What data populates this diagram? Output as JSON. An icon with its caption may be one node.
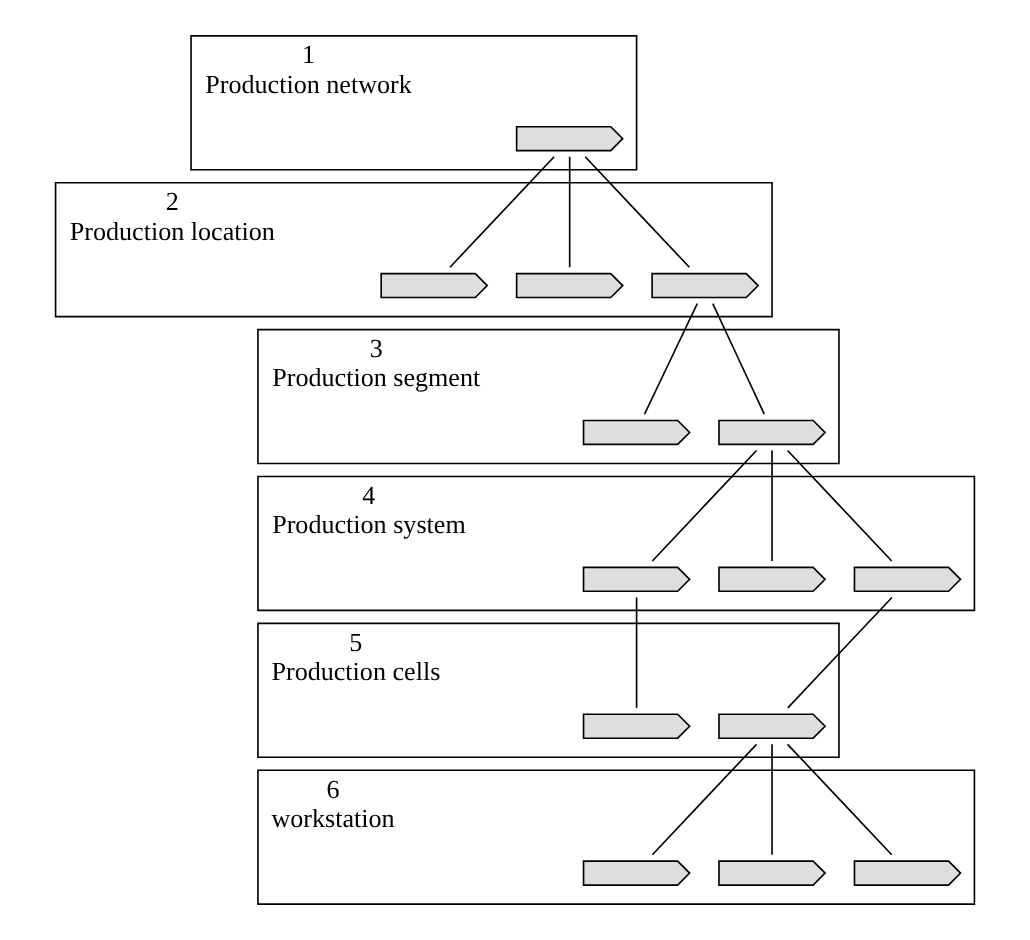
{
  "diagram": {
    "nodes": [
      {
        "text": [
          "1",
          "Production network"
        ]
      },
      {
        "text": [
          "2",
          "Production location"
        ]
      },
      {
        "text": [
          "3",
          "Production segment"
        ]
      },
      {
        "text": [
          "4",
          "Production system"
        ]
      },
      {
        "text": [
          "5",
          "Production cells"
        ]
      },
      {
        "text": [
          "6",
          "workstation"
        ]
      },
      {
        "text": [],
        "shape": "chevron",
        "in": 0
      },
      {
        "text": [],
        "shape": "chevron",
        "in": 1
      },
      {
        "text": [],
        "shape": "chevron",
        "in": 1
      },
      {
        "text": [],
        "shape": "chevron",
        "in": 1
      },
      {
        "text": [],
        "shape": "chevron",
        "in": 2
      },
      {
        "text": [],
        "shape": "chevron",
        "in": 2
      },
      {
        "text": [],
        "shape": "chevron",
        "in": 3
      },
      {
        "text": [],
        "shape": "chevron",
        "in": 3
      },
      {
        "text": [],
        "shape": "chevron",
        "in": 3
      },
      {
        "text": [],
        "shape": "chevron",
        "in": 4
      },
      {
        "text": [],
        "shape": "chevron",
        "in": 4
      },
      {
        "text": [],
        "shape": "chevron",
        "in": 5
      },
      {
        "text": [],
        "shape": "chevron",
        "in": 5
      },
      {
        "text": [],
        "shape": "chevron",
        "in": 5
      }
    ],
    "edges": [
      {
        "from": 6,
        "to": 7,
        "arrow": "none"
      },
      {
        "from": 6,
        "to": 8,
        "arrow": "none"
      },
      {
        "from": 6,
        "to": 9,
        "arrow": "none"
      },
      {
        "from": 9,
        "to": 10,
        "arrow": "none"
      },
      {
        "from": 9,
        "to": 11,
        "arrow": "none"
      },
      {
        "from": 11,
        "to": 12,
        "arrow": "none"
      },
      {
        "from": 11,
        "to": 13,
        "arrow": "none"
      },
      {
        "from": 11,
        "to": 14,
        "arrow": "none"
      },
      {
        "from": 12,
        "to": 15,
        "arrow": "none"
      },
      {
        "from": 14,
        "to": 16,
        "arrow": "none"
      },
      {
        "from": 16,
        "to": 17,
        "arrow": "none"
      },
      {
        "from": 16,
        "to": 18,
        "arrow": "none"
      },
      {
        "from": 16,
        "to": 19,
        "arrow": "none"
      }
    ]
  }
}
